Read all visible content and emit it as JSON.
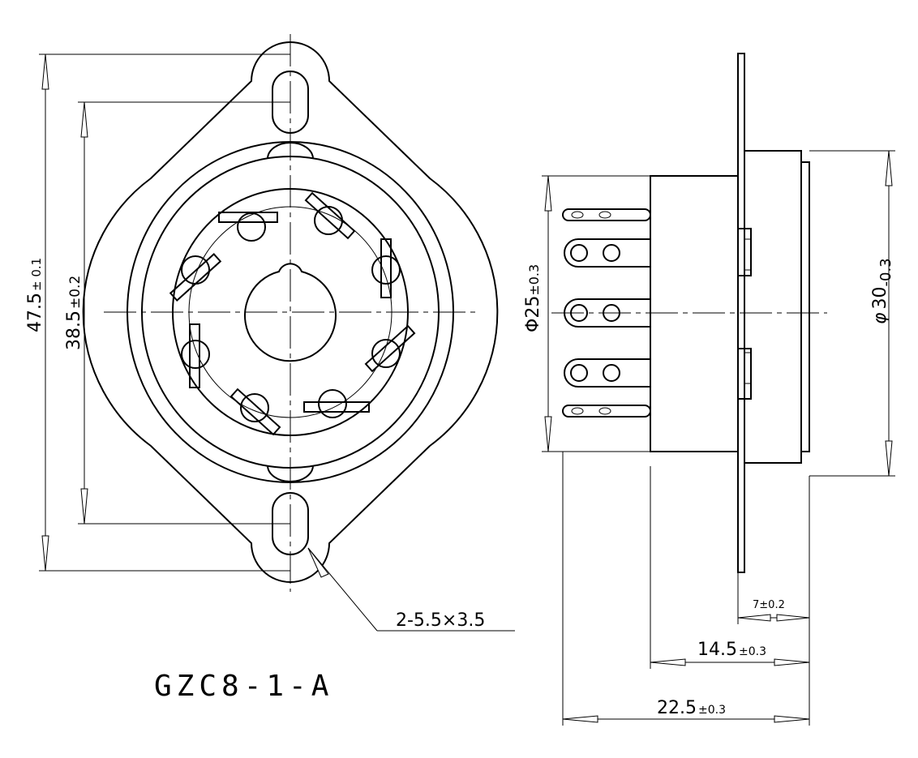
{
  "part_number": "GZC8-1-A",
  "dimensions": {
    "height_total": {
      "value": "47.5",
      "tol": "± 0.1"
    },
    "hole_spacing": {
      "value": "38.5",
      "tol": "±0.2"
    },
    "mount_hole": "2-5.5×3.5",
    "pin_circle_dia": {
      "prefix": "Φ",
      "value": "25",
      "tol": "±0.3"
    },
    "body_dia": {
      "prefix": "φ",
      "value": "30",
      "tol": "-0.3"
    },
    "flange_depth": {
      "value": "7",
      "tol": "±0.2"
    },
    "body_depth": {
      "value": "14.5",
      "tol": "±0.3"
    },
    "total_depth": {
      "value": "22.5",
      "tol": "±0.3"
    }
  }
}
